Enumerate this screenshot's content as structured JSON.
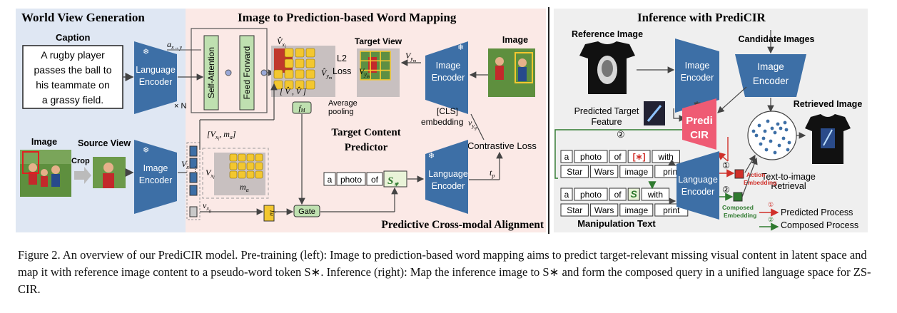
{
  "sections": {
    "world_view": "World View Generation",
    "mapping": "Image to Prediction-based Word Mapping",
    "inference": "Inference with PrediCIR"
  },
  "left": {
    "caption_heading": "Caption",
    "caption_lines": [
      "A rugby player",
      "passes the ball to",
      "his teammate on",
      "a grassy field."
    ],
    "language_encoder": [
      "Language",
      "Encoder"
    ],
    "image_encoder": [
      "Image",
      "Encoder"
    ],
    "image_label": "Image",
    "source_view": "Source View",
    "crop": "Crop",
    "times_n": "× N",
    "a_x_y": "a",
    "a_x_y_sub": "x→y",
    "self_attention": "Self-Attention",
    "feed_forward": "Feed Forward",
    "v_hat_xl": "V̂",
    "v_hat_ym": "V̂",
    "l2_loss": [
      "L2",
      "Loss"
    ],
    "avg_tuple": "[ V̂ , V̂ ]",
    "average_pooling": [
      "Average",
      "pooling"
    ],
    "f_m": "f",
    "target_view": "Target View",
    "image_top_right": "Image",
    "cls_embedding": [
      "[CLS]",
      "embedding"
    ],
    "v_yg": "v",
    "target_predictor": [
      "Target Content",
      "Predictor"
    ],
    "contrastive_loss": "Contrastive Loss",
    "t_p": "t",
    "v_x_ma": "[V , m ]",
    "v_x": "V",
    "v_xl": "V",
    "m_a": "m",
    "v_xg": "v",
    "gate": "Gate",
    "prompt_tokens": [
      "a",
      "photo",
      "of"
    ],
    "s_star": "S",
    "predictive_alignment": "Predictive Cross-modal Alignment"
  },
  "right": {
    "reference_image": "Reference Image",
    "candidate_images": "Candidate Images",
    "image_encoder_a": [
      "Image",
      "Encoder"
    ],
    "image_encoder_b": [
      "Image",
      "Encoder"
    ],
    "predicted_target": [
      "Predicted Target",
      "Feature"
    ],
    "predi_cir": [
      "Predi",
      "CIR"
    ],
    "retrieved_image": "Retrieved Image",
    "step_two": "②",
    "step_one": "①",
    "row1_tokens": [
      "a",
      "photo",
      "of",
      "[∗]",
      "with"
    ],
    "row2_tokens": [
      "Star",
      "Wars",
      "image",
      "print"
    ],
    "row3_tokens": [
      "a",
      "photo",
      "of",
      "S",
      "with"
    ],
    "row4_tokens": [
      "Star",
      "Wars",
      "image",
      "print"
    ],
    "language_encoder": [
      "Language",
      "Encoder"
    ],
    "action_embedding": [
      "Action",
      "Embedding"
    ],
    "composed_embedding": [
      "Composed",
      "Embedding"
    ],
    "text_to_image": [
      "Text-to-image",
      "Retrieval"
    ],
    "manipulation_text": "Manipulation Text",
    "legend_predicted": "Predicted Process",
    "legend_composed": "Composed Process"
  },
  "figure_caption": "Figure 2. An overview of our PrediCIR model. Pre-training (left): Image to prediction-based word mapping aims to predict target-relevant missing visual content in latent space and map it with reference image content to a pseudo-word token S∗. Inference (right): Map the inference image to S∗ and form the composed query in a unified language space for ZS-CIR.",
  "colors": {
    "encoder_blue": "#3d6fa6",
    "left_panel_bg": "#dfe7f3",
    "mid_panel_bg": "#fbe9e6",
    "right_panel_bg": "#eeeeee",
    "attention_green": "#bfe0b0",
    "grid_yellow": "#f3c72f",
    "predi_pink": "#ef5b74",
    "action_red": "#d0302a",
    "composed_green": "#2f7a2f"
  }
}
